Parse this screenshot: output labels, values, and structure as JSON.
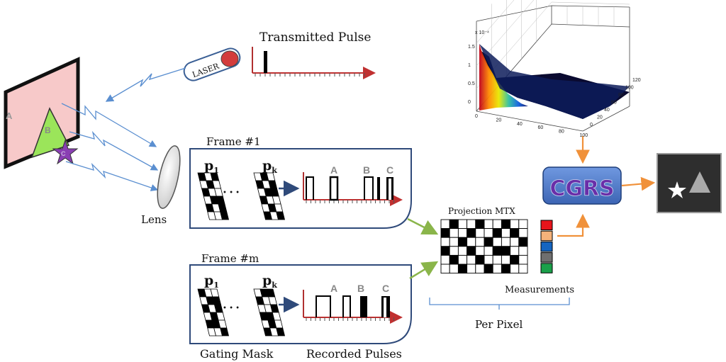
{
  "diagram": {
    "transmitted_pulse_label": "Transmitted Pulse",
    "laser_label": "LASER",
    "lens_label": "Lens",
    "frame1_label": "Frame #1",
    "framem_label": "Frame #m",
    "mask_first_label": "p",
    "mask_first_sub": "1",
    "mask_last_label": "p",
    "mask_last_sub": "k",
    "ellipsis": "• • •",
    "pulse_labels": [
      "A",
      "B",
      "C"
    ],
    "target_labels": [
      "A",
      "B",
      "C"
    ],
    "projection_label": "Projection MTX",
    "measurements_label": "Measurements",
    "per_pixel_label": "Per Pixel",
    "gating_mask_label": "Gating Mask",
    "recorded_pulses_label": "Recorded Pulses",
    "cgrs_label": "CGRS",
    "plot_exponent": "x 10⁻⁴",
    "plot_z_ticks": [
      "1.5",
      "1",
      "0.5",
      "0"
    ],
    "plot_x_ticks": [
      "0",
      "20",
      "40",
      "60",
      "80",
      "100"
    ],
    "plot_y_ticks": [
      "0",
      "20",
      "40",
      "60",
      "80",
      "100",
      "120"
    ],
    "measurement_colors": [
      "#e8141b",
      "#f5b27a",
      "#1565c0",
      "#6f6f6f",
      "#1aa04a"
    ],
    "colors": {
      "arrow_blue": "#5b8fd0",
      "arrow_green": "#8ab54a",
      "arrow_orange": "#f0913a",
      "pulse_red": "#b03030",
      "cgrs_fill": "#4a78c8",
      "cgrs_text": "#6a2ea8",
      "frame_border": "#2f4a7a",
      "scene_plane": "#f7c9c9",
      "triangle": "#9be55a",
      "star": "#8a3fb3"
    }
  }
}
